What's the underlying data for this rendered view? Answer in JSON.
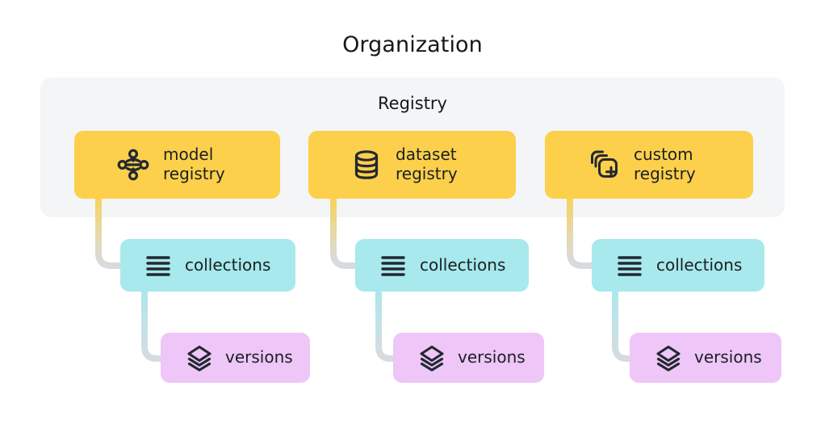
{
  "diagram": {
    "title": "Organization",
    "panel_label": "Registry",
    "colors": {
      "registry": "#fdd04b",
      "collections": "#a7e9ec",
      "versions": "#eec6f7",
      "panel_background": "#f3f5f7",
      "page_background": "#ffffff",
      "icon": "#232830",
      "text": "#15181c",
      "connector_gray": "#d7dbe0"
    },
    "columns": [
      {
        "registry": {
          "label": "model\nregistry",
          "icon": "model-graph-icon"
        },
        "collections": {
          "label": "collections",
          "icon": "list-lines-icon"
        },
        "versions": {
          "label": "versions",
          "icon": "layers-stack-icon"
        }
      },
      {
        "registry": {
          "label": "dataset\nregistry",
          "icon": "database-cylinder-icon"
        },
        "collections": {
          "label": "collections",
          "icon": "list-lines-icon"
        },
        "versions": {
          "label": "versions",
          "icon": "layers-stack-icon"
        }
      },
      {
        "registry": {
          "label": "custom\nregistry",
          "icon": "stacked-squares-plus-icon"
        },
        "collections": {
          "label": "collections",
          "icon": "list-lines-icon"
        },
        "versions": {
          "label": "versions",
          "icon": "layers-stack-icon"
        }
      }
    ]
  }
}
